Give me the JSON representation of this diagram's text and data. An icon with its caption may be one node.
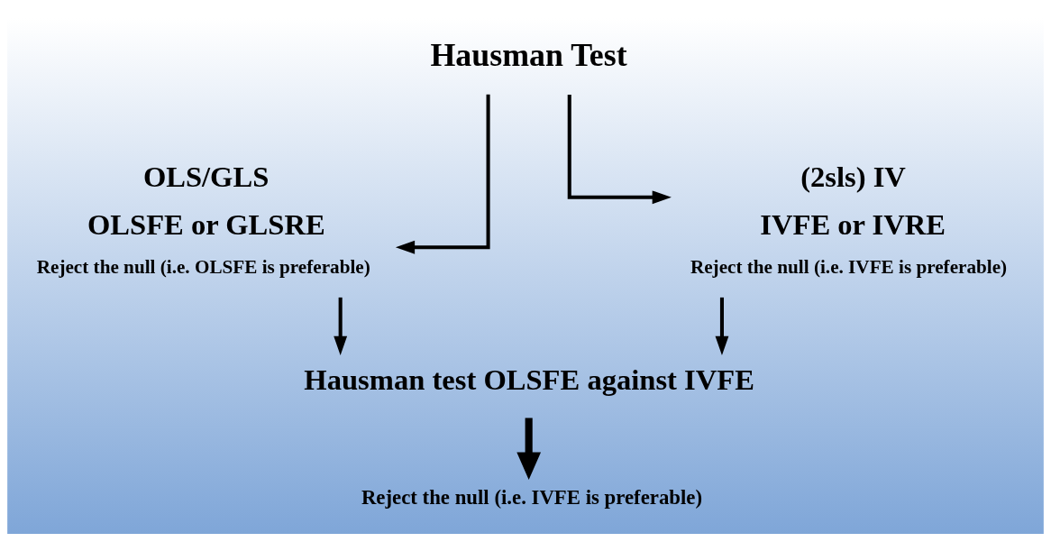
{
  "diagram": {
    "nodes": [
      {
        "text": [
          "Hausman Test"
        ]
      },
      {
        "text": [
          "OLS/GLS",
          "OLSFE or GLSRE",
          "Reject the null (i.e. OLSFE is preferable)"
        ]
      },
      {
        "text": [
          "(2sls) IV",
          "IVFE or IVRE",
          "Reject the null (i.e. IVFE is preferable)"
        ]
      },
      {
        "text": [
          "Hausman test OLSFE against IVFE"
        ]
      },
      {
        "text": [
          "Reject the null (i.e. IVFE is preferable)"
        ]
      }
    ],
    "edges": [
      {
        "from": 0,
        "to": 1,
        "arrow": "to"
      },
      {
        "from": 0,
        "to": 2,
        "arrow": "to"
      },
      {
        "from": 1,
        "to": 3,
        "arrow": "to"
      },
      {
        "from": 2,
        "to": 3,
        "arrow": "to"
      },
      {
        "from": 3,
        "to": 4,
        "arrow": "to",
        "style": "thick"
      }
    ]
  }
}
